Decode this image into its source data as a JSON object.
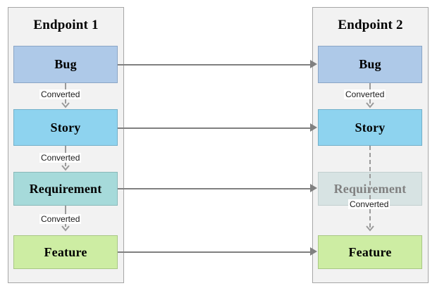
{
  "diagram": {
    "type": "flow",
    "title": "",
    "panels": [
      {
        "id": "endpoint-1",
        "title": "Endpoint 1",
        "nodes": [
          {
            "id": "bug",
            "label": "Bug",
            "state": "enabled",
            "color": "#aec9e8"
          },
          {
            "id": "story",
            "label": "Story",
            "state": "enabled",
            "color": "#8ed3ef"
          },
          {
            "id": "req",
            "label": "Requirement",
            "state": "enabled",
            "color": "#a6dada"
          },
          {
            "id": "feature",
            "label": "Feature",
            "state": "enabled",
            "color": "#cdeda3"
          }
        ],
        "edges": [
          {
            "from": "bug",
            "to": "story",
            "label": "Converted",
            "style": "solid"
          },
          {
            "from": "story",
            "to": "req",
            "label": "Converted",
            "style": "solid"
          },
          {
            "from": "req",
            "to": "feature",
            "label": "Converted",
            "style": "solid"
          }
        ]
      },
      {
        "id": "endpoint-2",
        "title": "Endpoint 2",
        "nodes": [
          {
            "id": "bug",
            "label": "Bug",
            "state": "enabled",
            "color": "#aec9e8"
          },
          {
            "id": "story",
            "label": "Story",
            "state": "enabled",
            "color": "#8ed3ef"
          },
          {
            "id": "req",
            "label": "Requirement",
            "state": "disabled",
            "color": "#d7e3e3"
          },
          {
            "id": "feature",
            "label": "Feature",
            "state": "enabled",
            "color": "#cdeda3"
          }
        ],
        "edges": [
          {
            "from": "bug",
            "to": "story",
            "label": "Converted",
            "style": "solid"
          },
          {
            "from": "story",
            "to": "feature",
            "label": "Converted",
            "style": "dashed"
          }
        ]
      }
    ],
    "mappings": [
      {
        "from": "endpoint-1.bug",
        "to": "endpoint-2.bug",
        "style": "solid"
      },
      {
        "from": "endpoint-1.story",
        "to": "endpoint-2.story",
        "style": "solid"
      },
      {
        "from": "endpoint-1.req",
        "to": "endpoint-2.req",
        "style": "solid"
      },
      {
        "from": "endpoint-1.feature",
        "to": "endpoint-2.feature",
        "style": "solid"
      }
    ],
    "colors": {
      "panel_background": "#f2f2f2",
      "panel_border": "#a6a6a6",
      "connector": "#9a9a9a",
      "mapping_arrow": "#808080",
      "disabled_text": "#808080"
    }
  }
}
